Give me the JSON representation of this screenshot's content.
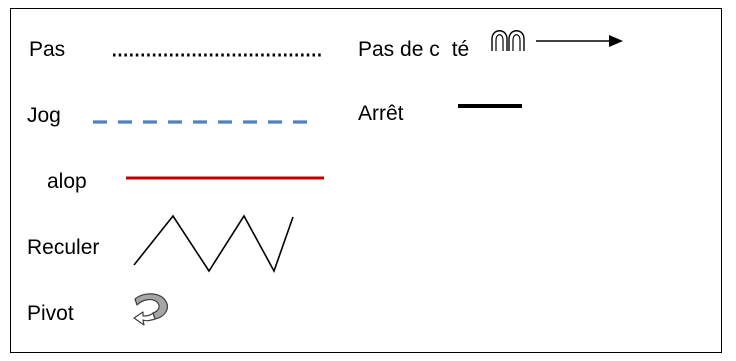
{
  "legend": {
    "items": [
      {
        "key": "walk",
        "label": "Pas",
        "symbol": "dotted-line",
        "color": "#000000"
      },
      {
        "key": "jog",
        "label": "Jog",
        "symbol": "dashed-line",
        "color": "#4f81bd"
      },
      {
        "key": "gallop",
        "label": "alop",
        "symbol": "solid-line",
        "color": "#c00000"
      },
      {
        "key": "back",
        "label": "Reculer",
        "symbol": "zigzag",
        "color": "#000000"
      },
      {
        "key": "pivot",
        "label": "Pivot",
        "symbol": "curved-arrow-icon",
        "color": "#a6a6a6"
      },
      {
        "key": "side-pass",
        "label": "Pas de c",
        "label_tail": "té",
        "symbol": "arches-arrow",
        "color": "#000000"
      },
      {
        "key": "halt",
        "label": "Arrêt",
        "symbol": "short-thick-line",
        "color": "#000000"
      }
    ]
  }
}
